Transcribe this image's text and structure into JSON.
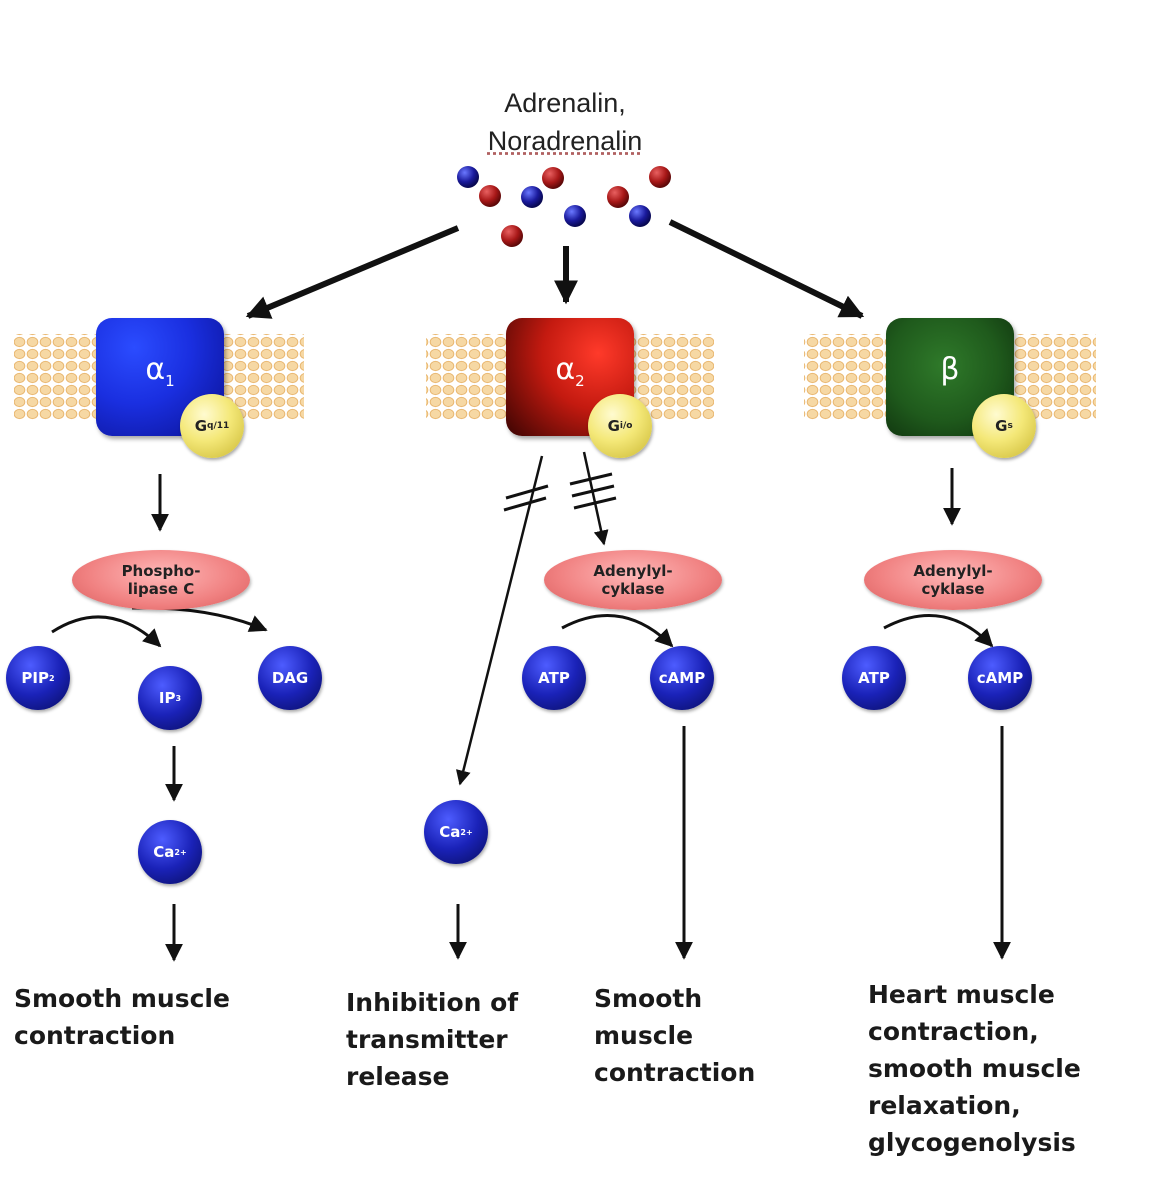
{
  "ligand": {
    "line1": "Adrenalin,",
    "line2": "Noradrenalin"
  },
  "colors": {
    "alpha1": "#1a2fe0",
    "alpha2": "#c41a10",
    "beta": "#1f5a1c",
    "gprotein": "#f4e878",
    "enzyme": "#f08080",
    "messenger": "#1a22b8",
    "ligand_red": "#a81818",
    "ligand_blue": "#1a1a9c",
    "membrane": "#f3c98a"
  },
  "receptors": {
    "alpha1": {
      "symbol": "α",
      "sub": "1",
      "gprotein": "G",
      "gsub": "q/11"
    },
    "alpha2": {
      "symbol": "α",
      "sub": "2",
      "gprotein": "G",
      "gsub": "i/o"
    },
    "beta": {
      "symbol": "β",
      "sub": "",
      "gprotein": "G",
      "gsub": "s"
    }
  },
  "enzymes": {
    "plc": {
      "line1": "Phospho-",
      "line2": "lipase C"
    },
    "ac1": {
      "line1": "Adenylyl-",
      "line2": "cyklase"
    },
    "ac2": {
      "line1": "Adenylyl-",
      "line2": "cyklase"
    }
  },
  "molecules": {
    "pip2": {
      "label": "PIP",
      "sub": "2"
    },
    "ip3": {
      "label": "IP",
      "sub": "3"
    },
    "dag": {
      "label": "DAG"
    },
    "ca_a1": {
      "label": "Ca",
      "sup": "2+"
    },
    "ca_a2": {
      "label": "Ca",
      "sup": "2+"
    },
    "atp_a2": {
      "label": "ATP"
    },
    "camp_a2": {
      "label": "cAMP"
    },
    "atp_b": {
      "label": "ATP"
    },
    "camp_b": {
      "label": "cAMP"
    }
  },
  "effects": {
    "alpha1": [
      "Smooth muscle",
      "contraction"
    ],
    "alpha2_inhibition": [
      "Inhibition of",
      "transmitter",
      "release"
    ],
    "alpha2_smooth": [
      "Smooth",
      "muscle",
      "contraction"
    ],
    "beta": [
      "Heart muscle",
      "contraction,",
      "smooth muscle",
      "relaxation,",
      "glycogenolysis"
    ]
  }
}
